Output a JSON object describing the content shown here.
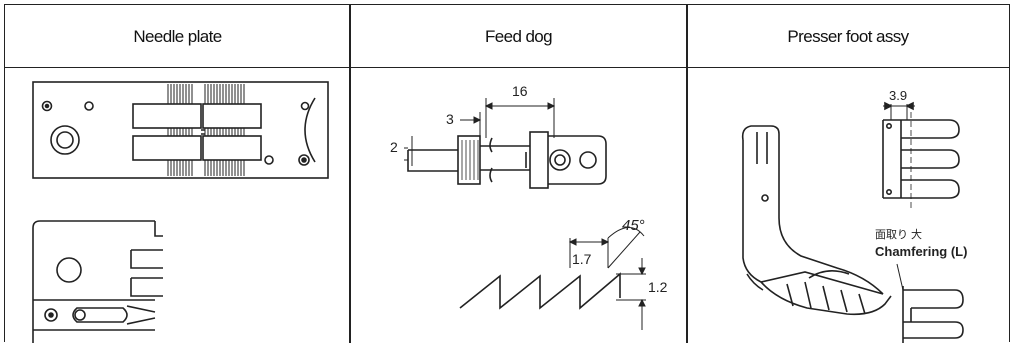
{
  "table": {
    "headers": [
      "Needle plate",
      "Feed dog",
      "Presser foot assy"
    ]
  },
  "feed_dog": {
    "dim_16": "16",
    "dim_3": "3",
    "dim_2": "2",
    "angle": "45°",
    "dim_1_7": "1.7",
    "dim_1_2": "1.2"
  },
  "presser_foot": {
    "dim_3_9": "3.9",
    "chamfer_jp": "面取り 大",
    "chamfer_en": "Chamfering (L)"
  }
}
